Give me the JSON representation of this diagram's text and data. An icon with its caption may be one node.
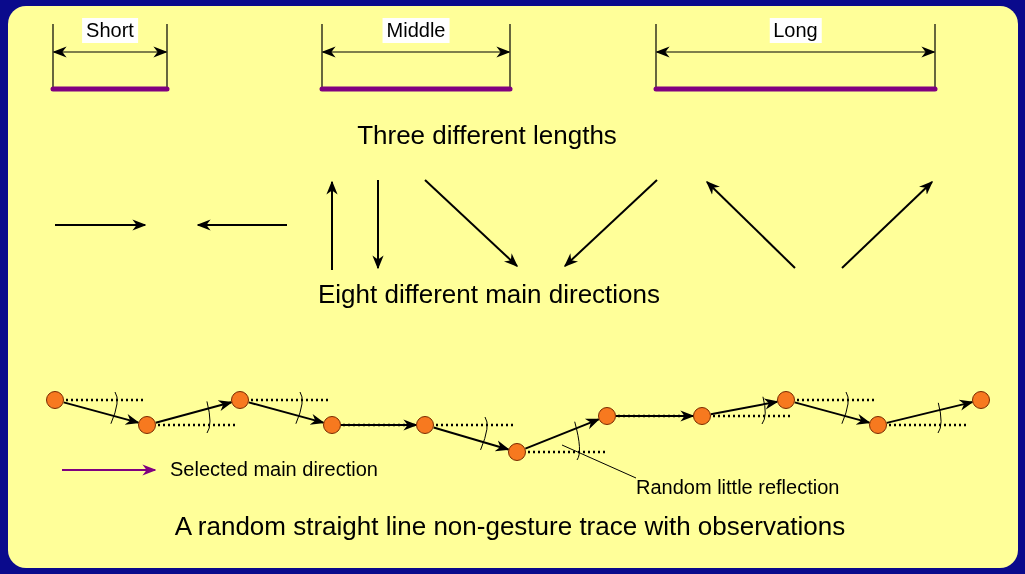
{
  "diagram": {
    "caption": "A random straight line non-gesture trace with observations",
    "nodes": [
      {
        "text": [],
        "shape": "circle"
      },
      {
        "text": [],
        "shape": "circle"
      },
      {
        "text": [],
        "shape": "circle"
      },
      {
        "text": [],
        "shape": "circle"
      },
      {
        "text": [],
        "shape": "circle"
      },
      {
        "text": [],
        "shape": "circle"
      },
      {
        "text": [],
        "shape": "circle"
      },
      {
        "text": [],
        "shape": "circle"
      },
      {
        "text": [],
        "shape": "circle"
      },
      {
        "text": [],
        "shape": "circle"
      },
      {
        "text": [],
        "shape": "circle"
      },
      {
        "text": [
          "Random little reflection"
        ]
      }
    ],
    "edges": [
      {
        "from": 0,
        "to": 1,
        "arrow": "to"
      },
      {
        "from": 1,
        "to": 2,
        "arrow": "to"
      },
      {
        "from": 2,
        "to": 3,
        "arrow": "to"
      },
      {
        "from": 3,
        "to": 4,
        "arrow": "to"
      },
      {
        "from": 4,
        "to": 5,
        "arrow": "to"
      },
      {
        "from": 5,
        "to": 6,
        "arrow": "to"
      },
      {
        "from": 6,
        "to": 7,
        "arrow": "to"
      },
      {
        "from": 7,
        "to": 8,
        "arrow": "to"
      },
      {
        "from": 8,
        "to": 9,
        "arrow": "to"
      },
      {
        "from": 9,
        "to": 10,
        "arrow": "to"
      },
      {
        "from": 11,
        "to": null,
        "arrow": "none"
      }
    ],
    "labels": [
      "Short",
      "Middle",
      "Long",
      "Three different lengths",
      "Eight different main directions"
    ],
    "legend": [
      {
        "text": "Selected main direction"
      }
    ]
  }
}
